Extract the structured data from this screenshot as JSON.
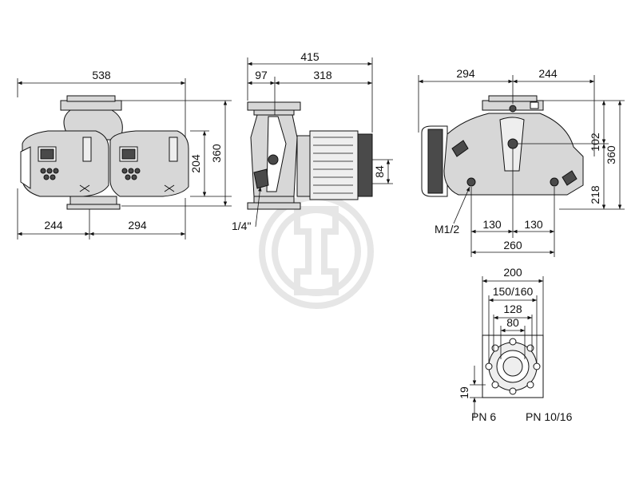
{
  "front_view": {
    "dim_total_width": "538",
    "dim_left_width": "244",
    "dim_right_width": "294",
    "dim_motor_height": "204",
    "dim_total_height": "360"
  },
  "side_view": {
    "dim_total_length": "415",
    "dim_flange_part": "97",
    "dim_motor_part": "318",
    "dim_shaft_height": "84",
    "label_thread": "1/4\""
  },
  "top_view": {
    "dim_left_width": "294",
    "dim_right_width": "244",
    "dim_upper_height": "102",
    "dim_total_height": "360",
    "dim_lower_height": "218",
    "label_thread": "M1/2",
    "dim_half_left": "130",
    "dim_half_right": "130",
    "dim_port_spacing": "260"
  },
  "flange_view": {
    "dim_outer": "200",
    "dim_bolt_circle": "150/160",
    "dim_raised_face": "128",
    "dim_bore": "80",
    "dim_thickness": "19",
    "label_pn_low": "PN 6",
    "label_pn_high": "PN 10/16"
  }
}
